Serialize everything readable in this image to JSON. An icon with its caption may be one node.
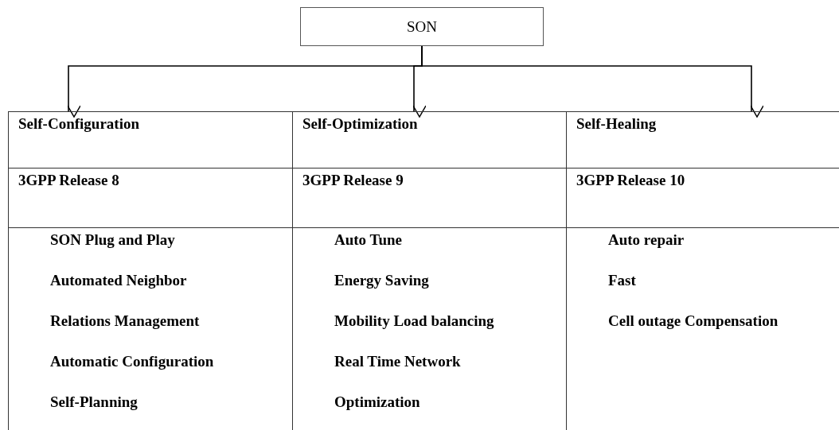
{
  "diagram": {
    "nodes": [
      {
        "text": [
          "SON"
        ]
      },
      {
        "text": [
          "Self-Configuration"
        ]
      },
      {
        "text": [
          "Self-Optimization"
        ]
      },
      {
        "text": [
          "Self-Healing"
        ]
      },
      {
        "text": [
          "3GPP Release 8"
        ]
      },
      {
        "text": [
          "3GPP Release 9"
        ]
      },
      {
        "text": [
          "3GPP Release 10"
        ]
      },
      {
        "text": [
          "SON Plug and Play",
          "Automated Neighbor",
          "Relations Management",
          "Automatic Configuration",
          "Self-Planning"
        ]
      },
      {
        "text": [
          "Auto Tune",
          "Energy Saving",
          "Mobility Load balancing",
          "Real Time Network",
          "Optimization"
        ]
      },
      {
        "text": [
          "Auto repair",
          "Fast",
          "Cell outage Compensation"
        ]
      }
    ],
    "edges": [
      {
        "from": 0,
        "to": 1,
        "arrow": "to"
      },
      {
        "from": 0,
        "to": 2,
        "arrow": "to"
      },
      {
        "from": 0,
        "to": 3,
        "arrow": "to"
      }
    ]
  }
}
